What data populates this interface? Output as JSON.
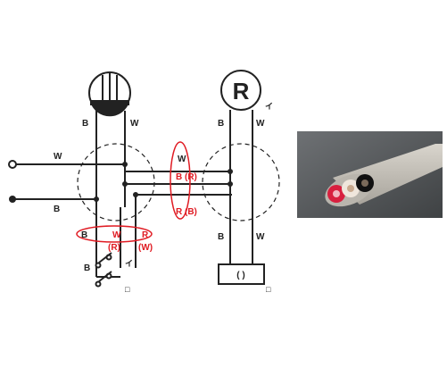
{
  "colors": {
    "wire": "#222222",
    "highlight": "#e01b23",
    "background": "#ffffff",
    "photo_bg": "#595c5f",
    "cable_sheath": "#c9c5bd",
    "core_red": "#d8203f",
    "core_white": "#efe6dc",
    "core_black": "#111111"
  },
  "icons": {
    "lamp": "lamp-symbol-icon",
    "receptacle": "receptacle-r-icon",
    "switch": "switch-symbol-icon",
    "terminal_open": "open-terminal-icon",
    "terminal_closed": "filled-terminal-icon",
    "cable_photo": "cable-cross-section-photo"
  },
  "diagram": {
    "receptacle_symbol": "R",
    "receptacle_mark": "イ",
    "switch_mark": "イ",
    "switch_square": "□",
    "device_square": "□",
    "device_box": "(    )",
    "line_w_label": "W",
    "line_b_label": "B",
    "lamp_left_label": "B",
    "lamp_right_label": "W",
    "recept_top_left_label": "B",
    "recept_top_right_label": "W",
    "recept_bottom_left_label": "B",
    "recept_bottom_right_label": "W",
    "switch_left_label": "B",
    "mid_top_label": "W",
    "mid_b_r_label": "B (R)",
    "mid_r_b_label": "R (B)",
    "lower_b_label": "B",
    "lower_w_label": "W",
    "lower_r_label": "R",
    "lower_paren_r_label": "(R)",
    "lower_paren_w_label": "(W)"
  }
}
